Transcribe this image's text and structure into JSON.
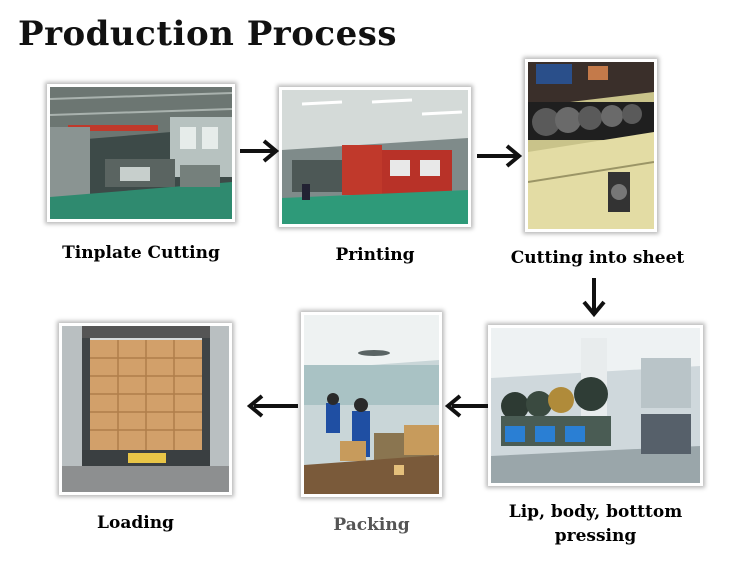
{
  "title": "Production Process",
  "colors": {
    "text": "#111111",
    "label_highlight": "#555555",
    "arrow": "#111111"
  },
  "steps": [
    {
      "label": "Tinplate Cutting",
      "icon": "factory-hall-photo"
    },
    {
      "label": "Printing",
      "icon": "printing-machine-photo"
    },
    {
      "label": "Cutting into sheet",
      "icon": "sheet-cutter-photo"
    },
    {
      "label_line1": "Lip, body, botttom",
      "label_line2": "pressing",
      "icon": "press-machines-photo"
    },
    {
      "label": "Packing",
      "icon": "packing-workers-photo"
    },
    {
      "label": "Loading",
      "icon": "loading-truck-photo"
    }
  ],
  "arrows": [
    "arrow-right",
    "arrow-right",
    "arrow-down",
    "arrow-left",
    "arrow-left"
  ]
}
